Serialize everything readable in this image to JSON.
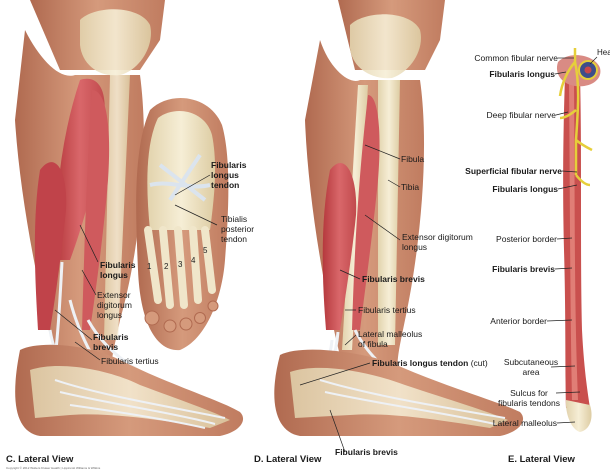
{
  "panels": {
    "c": {
      "caption": "C. Lateral View",
      "labels": {
        "fl_tendon_1": "Fibularis",
        "fl_tendon_2": "longus",
        "fl_tendon_3": "tendon",
        "tp_1": "Tibialis",
        "tp_2": "posterior",
        "tp_3": "tendon",
        "fl_1": "Fibularis",
        "fl_2": "longus",
        "edl_1": "Extensor",
        "edl_2": "digitorum",
        "edl_3": "longus",
        "fb_1": "Fibularis",
        "fb_2": "brevis",
        "ft": "Fibularis tertius"
      },
      "metatarsals": [
        "1",
        "2",
        "3",
        "4",
        "5"
      ]
    },
    "d": {
      "caption": "D. Lateral View",
      "labels": {
        "fibula": "Fibula",
        "tibia": "Tibia",
        "edl_1": "Extensor digitorum",
        "edl_2": "longus",
        "fb": "Fibularis brevis",
        "ft": "Fibularis tertius",
        "lm_1": "Lateral malleolus",
        "lm_2": "of fibula",
        "flt": "Fibularis longus tendon",
        "flt_cut": "(cut)",
        "fb_bottom": "Fibularis brevis"
      }
    },
    "e": {
      "caption": "E. Lateral View",
      "labels": {
        "head": "Head",
        "cfn": "Common fibular nerve",
        "fl_top": "Fibularis longus",
        "dfn": "Deep fibular nerve",
        "sfn": "Superficial fibular nerve",
        "fl_mid": "Fibularis longus",
        "pb": "Posterior border",
        "fb": "Fibularis brevis",
        "ab": "Anterior border",
        "sa_1": "Subcutaneous",
        "sa_2": "area",
        "sulcus_1": "Sulcus for",
        "sulcus_2": "fibularis tendons",
        "lm": "Lateral malleolus"
      }
    }
  },
  "copyright": "Copyright © 2012 Wolters Kluwer Health | Lippincott Williams & Wilkins",
  "colors": {
    "skin": "#c98a6c",
    "muscle": "#c8474a",
    "bone": "#efe4c4",
    "tendon": "#eef1f5",
    "nerve": "#e6cf3a"
  }
}
